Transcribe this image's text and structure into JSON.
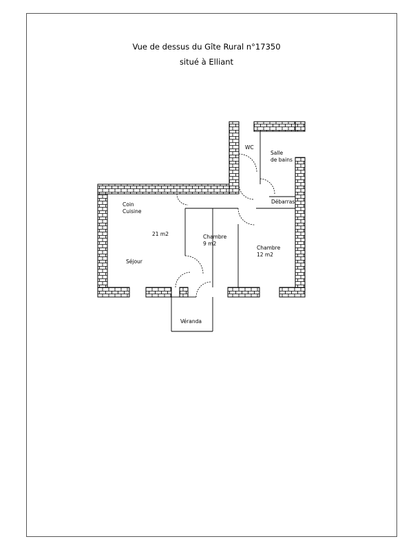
{
  "title": {
    "line1": "Vue de dessus du Gîte Rural n°17350",
    "line2": "situé à Elliant"
  },
  "rooms": {
    "wc": "WC",
    "salle_de_bains": [
      "Salle",
      "de bains"
    ],
    "debarras": "Débarras",
    "coin_cuisine": [
      "Coin",
      "Cuisine"
    ],
    "sejour_area": "21 m2",
    "sejour": "Séjour",
    "chambre_9": [
      "Chambre",
      "9 m2"
    ],
    "chambre_12": [
      "Chambre",
      "12 m2"
    ],
    "veranda": "Véranda"
  },
  "colors": {
    "line": "#000000",
    "brick_fill": "#ffffff",
    "sheet_border": "#555555"
  }
}
